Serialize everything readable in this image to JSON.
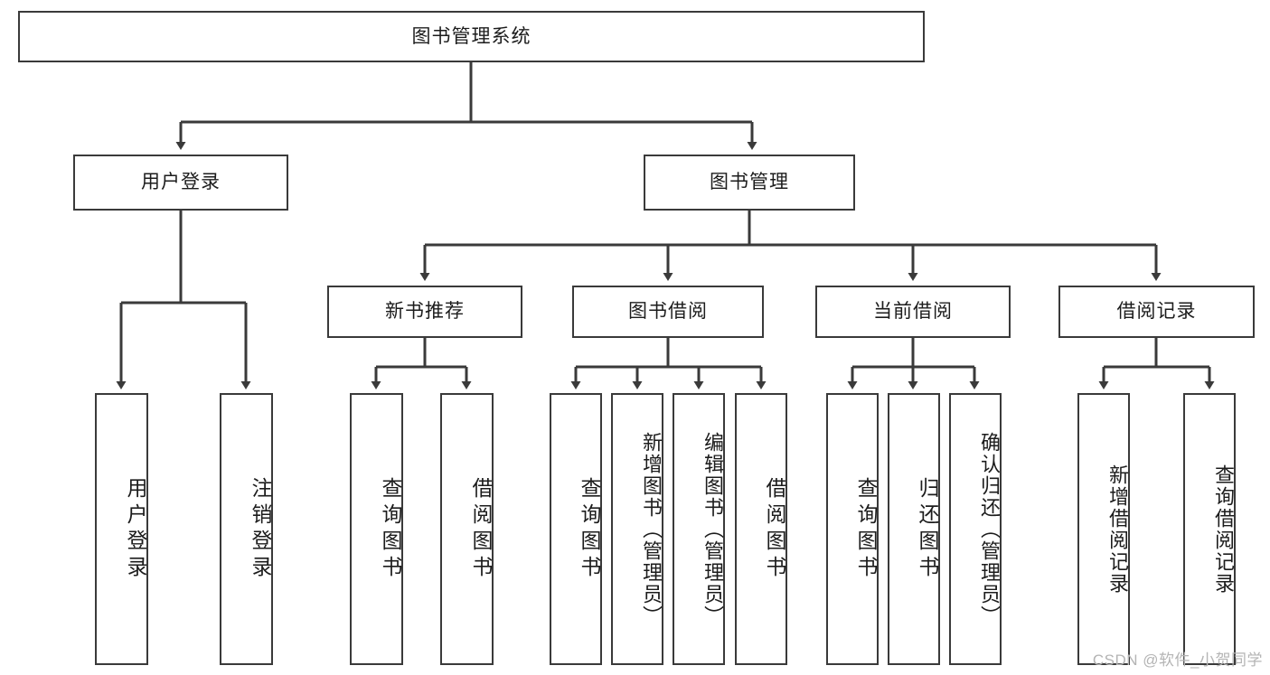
{
  "diagram": {
    "title": "图书管理系统",
    "type": "tree-hierarchy",
    "stroke_color": "#3a3a3a",
    "background_color": "#ffffff",
    "root": {
      "label": "图书管理系统"
    },
    "level1": [
      {
        "label": "用户登录"
      },
      {
        "label": "图书管理"
      }
    ],
    "level2": [
      {
        "label": "新书推荐"
      },
      {
        "label": "图书借阅"
      },
      {
        "label": "当前借阅"
      },
      {
        "label": "借阅记录"
      }
    ],
    "leaves": {
      "user_login": [
        {
          "label": "用户登录"
        },
        {
          "label": "注销登录"
        }
      ],
      "new_book_recommend": [
        {
          "label": "查询图书"
        },
        {
          "label": "借阅图书"
        }
      ],
      "book_borrow": [
        {
          "label": "查询图书"
        },
        {
          "label": "新增图书（管理员）"
        },
        {
          "label": "编辑图书（管理员）"
        },
        {
          "label": "借阅图书"
        }
      ],
      "current_borrow": [
        {
          "label": "查询图书"
        },
        {
          "label": "归还图书"
        },
        {
          "label": "确认归还（管理员）"
        }
      ],
      "borrow_record": [
        {
          "label": "新增借阅记录"
        },
        {
          "label": "查询借阅记录"
        }
      ]
    },
    "watermark": "CSDN @软件_小贺同学"
  }
}
